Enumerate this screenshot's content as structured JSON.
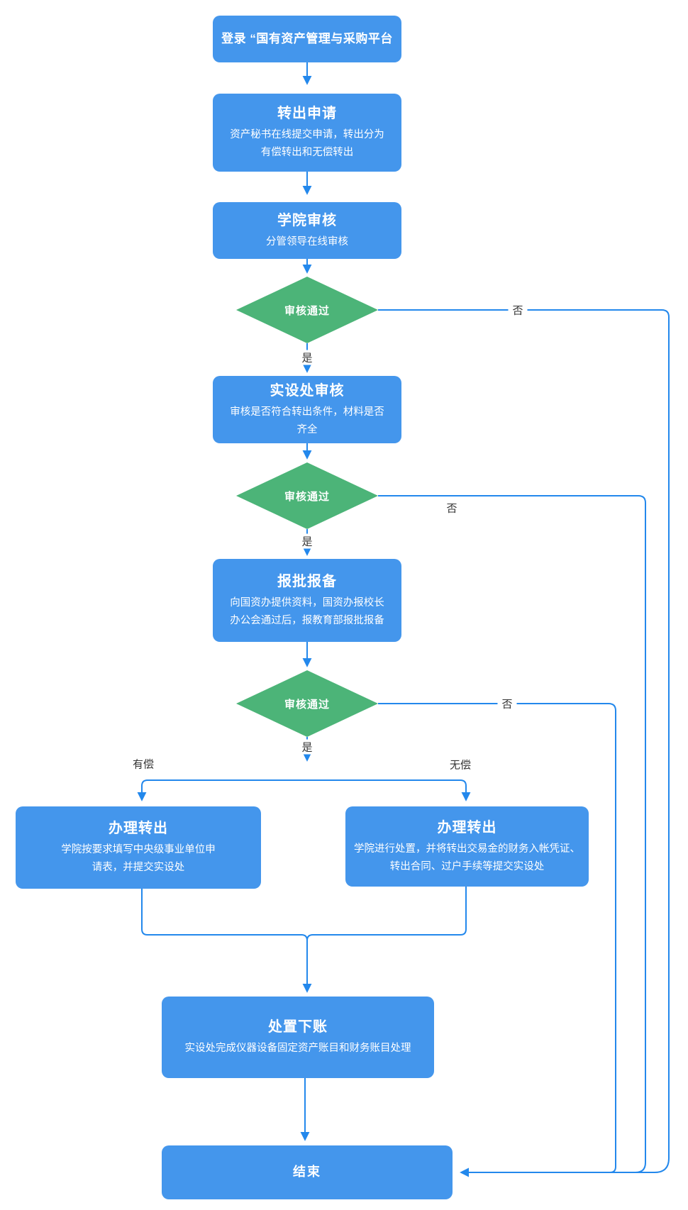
{
  "colors": {
    "node-fill": "#4496EC",
    "decision-fill": "#4CB478",
    "connector": "#2388EC",
    "node-text": "#FFFFFF",
    "edge-label-text": "#333333",
    "background": "#FFFFFF"
  },
  "nodes": {
    "login": {
      "title": "登录 “国有资产管理与采购平台"
    },
    "apply": {
      "title": "转出申请",
      "desc": "资产秘书在线提交申请，转出分为有偿转出和无偿转出"
    },
    "college_review": {
      "title": "学院审核",
      "desc": "分管领导在线审核"
    },
    "decision1": {
      "title": "审核通过"
    },
    "ssc_review": {
      "title": "实设处审核",
      "desc": "审核是否符合转出条件，材料是否齐全"
    },
    "decision2": {
      "title": "审核通过"
    },
    "filing": {
      "title": "报批报备",
      "desc": "向国资办提供资料，国资办报校长办公会通过后，报教育部报批报备"
    },
    "decision3": {
      "title": "审核通过"
    },
    "transfer_paid": {
      "title": "办理转出",
      "desc": "学院按要求填写中央级事业单位申请表，并提交实设处"
    },
    "transfer_free": {
      "title": "办理转出",
      "desc": "学院进行处置，并将转出交易金的财务入帐凭证、转出合同、过户手续等提交实设处"
    },
    "writeoff": {
      "title": "处置下账",
      "desc": "实设处完成仪器设备固定资产账目和财务账目处理"
    },
    "end": {
      "title": "结束"
    }
  },
  "labels": {
    "yes": "是",
    "no": "否",
    "paid": "有偿",
    "free": "无偿"
  },
  "edges": [
    {
      "from": "login",
      "to": "apply",
      "label": ""
    },
    {
      "from": "apply",
      "to": "college_review",
      "label": ""
    },
    {
      "from": "college_review",
      "to": "decision1",
      "label": ""
    },
    {
      "from": "decision1",
      "to": "ssc_review",
      "label": "是"
    },
    {
      "from": "decision1",
      "to": "end",
      "label": "否"
    },
    {
      "from": "ssc_review",
      "to": "decision2",
      "label": ""
    },
    {
      "from": "decision2",
      "to": "filing",
      "label": "是"
    },
    {
      "from": "decision2",
      "to": "end",
      "label": "否"
    },
    {
      "from": "filing",
      "to": "decision3",
      "label": ""
    },
    {
      "from": "decision3",
      "to": "transfer_paid",
      "label": "是 / 有偿"
    },
    {
      "from": "decision3",
      "to": "transfer_free",
      "label": "是 / 无偿"
    },
    {
      "from": "decision3",
      "to": "end",
      "label": "否"
    },
    {
      "from": "transfer_paid",
      "to": "writeoff",
      "label": ""
    },
    {
      "from": "transfer_free",
      "to": "writeoff",
      "label": ""
    },
    {
      "from": "writeoff",
      "to": "end",
      "label": ""
    }
  ]
}
